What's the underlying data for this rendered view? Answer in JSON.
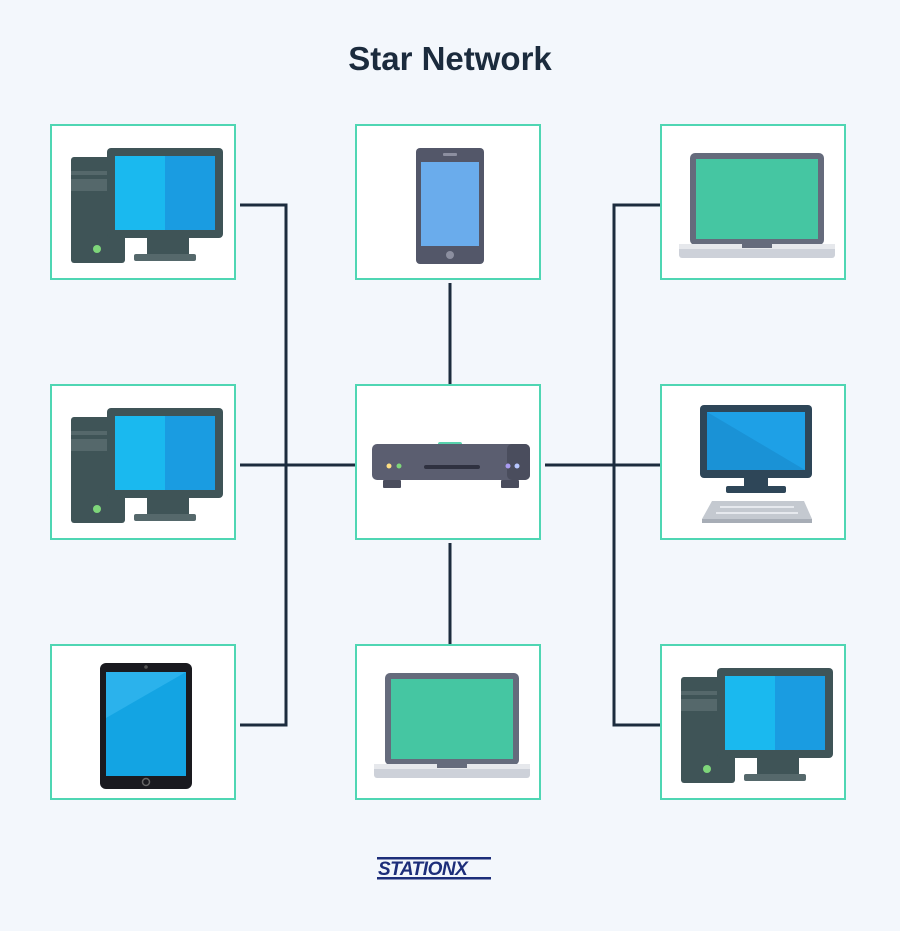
{
  "diagram": {
    "title": "Star Network",
    "hub": {
      "device": "router-hub"
    },
    "nodes": [
      {
        "id": "desktop-top-left",
        "device": "desktop-computer"
      },
      {
        "id": "phone-top-center",
        "device": "smartphone"
      },
      {
        "id": "laptop-top-right",
        "device": "laptop"
      },
      {
        "id": "desktop-middle-left",
        "device": "desktop-computer"
      },
      {
        "id": "monitor-middle-right",
        "device": "monitor-with-keyboard"
      },
      {
        "id": "tablet-bottom-left",
        "device": "tablet"
      },
      {
        "id": "laptop-bottom-center",
        "device": "laptop"
      },
      {
        "id": "desktop-bottom-right",
        "device": "desktop-computer"
      }
    ],
    "colors": {
      "background": "#f3f7fc",
      "card_border": "#4fd6b3",
      "wire": "#1b2b3d",
      "title": "#1b2b3d",
      "screen_blue": "#1ab9ef",
      "screen_green": "#45c6a2",
      "device_dark": "#3f5457",
      "logo": "#1d2e7a"
    }
  },
  "brand": {
    "logo_text": "STATIONX"
  }
}
